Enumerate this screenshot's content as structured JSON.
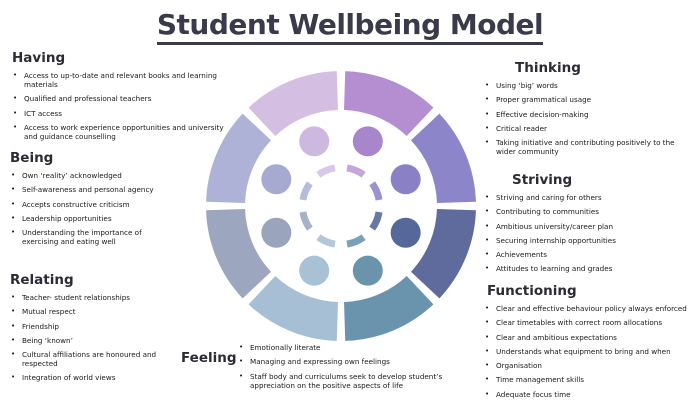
{
  "title": "Student Wellbeing Model",
  "sections": {
    "having": {
      "heading": "Having",
      "items": [
        "Access to up-to-date and relevant books and learning materials",
        "Qualified and professional teachers",
        "ICT access",
        "Access to work experience opportunities and university and guidance counselling"
      ]
    },
    "being": {
      "heading": "Being",
      "items": [
        "Own ‘reality’ acknowledged",
        "Self-awareness and personal agency",
        "Accepts constructive criticism",
        "Leadership opportunities",
        "Understanding the importance of exercising and eating well"
      ]
    },
    "relating": {
      "heading": "Relating",
      "items": [
        "Teacher- student relationships",
        "Mutual respect",
        "Friendship",
        "Being ‘known’",
        "Cultural affiliations are honoured and respected",
        "Integration of world views"
      ]
    },
    "feeling": {
      "heading": "Feeling",
      "items": [
        "Emotionally literate",
        "Managing and expressing own feelings",
        "Staff body and curriculums seek to develop student’s appreciation on the positive aspects of life"
      ]
    },
    "thinking": {
      "heading": "Thinking",
      "items": [
        "Using ‘big’ words",
        "Proper grammatical usage",
        "Effective decision-making",
        "Critical reader",
        "Taking initiative and contributing positively to the wider community"
      ]
    },
    "striving": {
      "heading": "Striving",
      "items": [
        "Striving and caring for others",
        "Contributing to communities",
        "Ambitious university/career plan",
        "Securing internship opportunities",
        "Achievements",
        "Attitudes to learning and grades"
      ]
    },
    "functioning": {
      "heading": "Functioning",
      "items": [
        "Clear and effective behaviour policy always enforced",
        "Clear timetables with correct room allocations",
        "Clear and ambitious expectations",
        "Understands what equipment to bring and when",
        "Organisation",
        "Time management skills",
        "Adequate focus time"
      ]
    }
  },
  "palette": {
    "segments": [
      "#b48ed0",
      "#8c85c9",
      "#5e6b9c",
      "#6a93ad",
      "#a7bfd4",
      "#9ca6be",
      "#aeb2d7",
      "#d4bfe3"
    ],
    "dots": [
      "#a886cc",
      "#8a80c6",
      "#56689a",
      "#6a94ac",
      "#a9c1d4",
      "#9aa5bd",
      "#a6aad0",
      "#cdb8df"
    ],
    "inner_dashes": [
      "#c4a6db",
      "#9b92cf",
      "#6a77a4",
      "#7aa0b7",
      "#b3c7d8",
      "#a9b1c7",
      "#b8bcdc",
      "#dac8e8"
    ]
  }
}
